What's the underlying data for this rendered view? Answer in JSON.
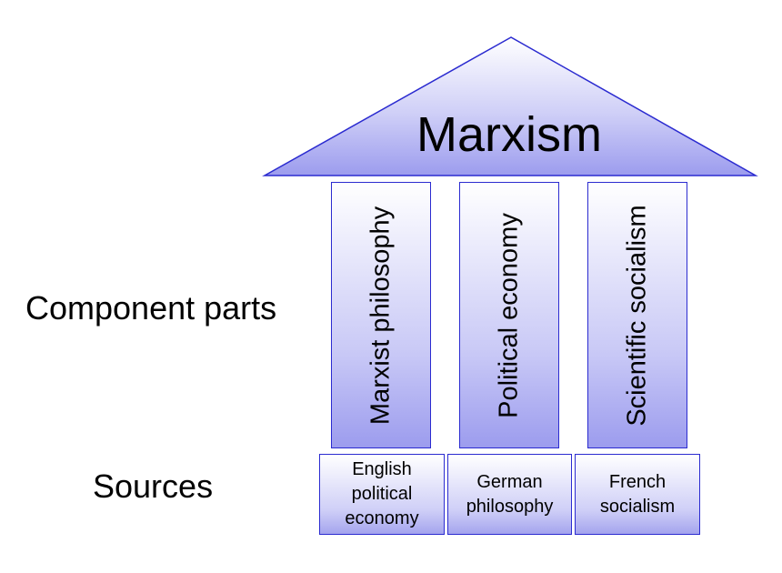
{
  "roof": {
    "title": "Marxism"
  },
  "row_labels": {
    "component_parts": "Component parts",
    "sources": "Sources"
  },
  "pillars": [
    {
      "label": "Marxist philosophy"
    },
    {
      "label": "Political economy"
    },
    {
      "label": "Scientific socialism"
    }
  ],
  "sources": [
    {
      "label": "English\npolitical\neconomy"
    },
    {
      "label": "German\nphilosophy"
    },
    {
      "label": "French\nsocialism"
    }
  ],
  "colors": {
    "outline": "#2b2bd0",
    "fill_light": "#ffffff",
    "fill_dark": "#9c9cee"
  }
}
